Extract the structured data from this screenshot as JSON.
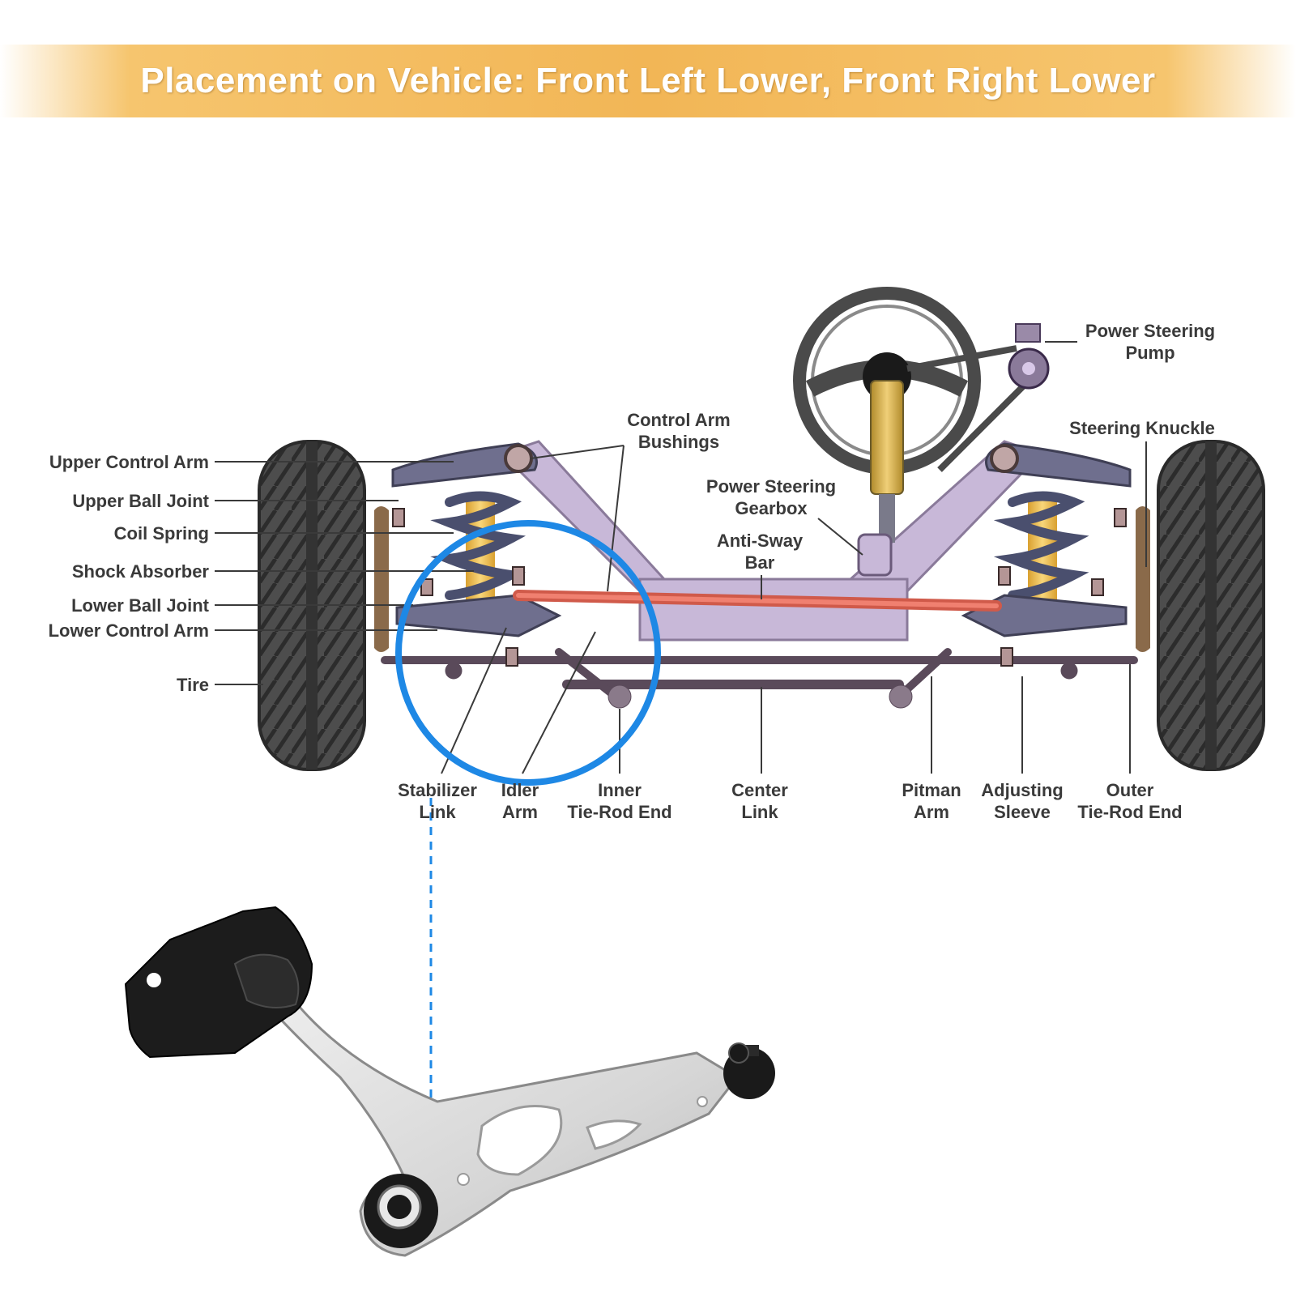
{
  "banner": {
    "text": "Placement on Vehicle: Front Left Lower, Front Right Lower"
  },
  "labels": {
    "upper_control_arm": "Upper Control Arm",
    "upper_ball_joint": "Upper Ball Joint",
    "coil_spring": "Coil Spring",
    "shock_absorber": "Shock Absorber",
    "lower_ball_joint": "Lower Ball Joint",
    "lower_control_arm": "Lower Control Arm",
    "tire": "Tire",
    "control_arm_bushings_1": "Control Arm",
    "control_arm_bushings_2": "Bushings",
    "power_steering_gearbox_1": "Power Steering",
    "power_steering_gearbox_2": "Gearbox",
    "anti_sway_bar_1": "Anti-Sway",
    "anti_sway_bar_2": "Bar",
    "power_steering_pump_1": "Power Steering",
    "power_steering_pump_2": "Pump",
    "steering_knuckle": "Steering Knuckle",
    "stabilizer_link_1": "Stabilizer",
    "stabilizer_link_2": "Link",
    "idler_arm_1": "Idler",
    "idler_arm_2": "Arm",
    "inner_tie_rod_1": "Inner",
    "inner_tie_rod_2": "Tie-Rod End",
    "center_link_1": "Center",
    "center_link_2": "Link",
    "pitman_arm_1": "Pitman",
    "pitman_arm_2": "Arm",
    "adjusting_sleeve_1": "Adjusting",
    "adjusting_sleeve_2": "Sleeve",
    "outer_tie_rod_1": "Outer",
    "outer_tie_rod_2": "Tie-Rod End"
  },
  "colors": {
    "banner": "#f2b656",
    "highlight_circle": "#1e88e5",
    "frame": "#c8b8d8",
    "anti_sway_bar": "#e8705e",
    "tire": "#4a4a4a",
    "spring": "#4a4f6e",
    "shock": "#f0c050",
    "arm_metal": "#d8d8d8",
    "bushing": "#1a1a1a"
  },
  "icons": {
    "suspension_diagram": "front-suspension-diagram",
    "part_photo": "lower-control-arm-part"
  }
}
